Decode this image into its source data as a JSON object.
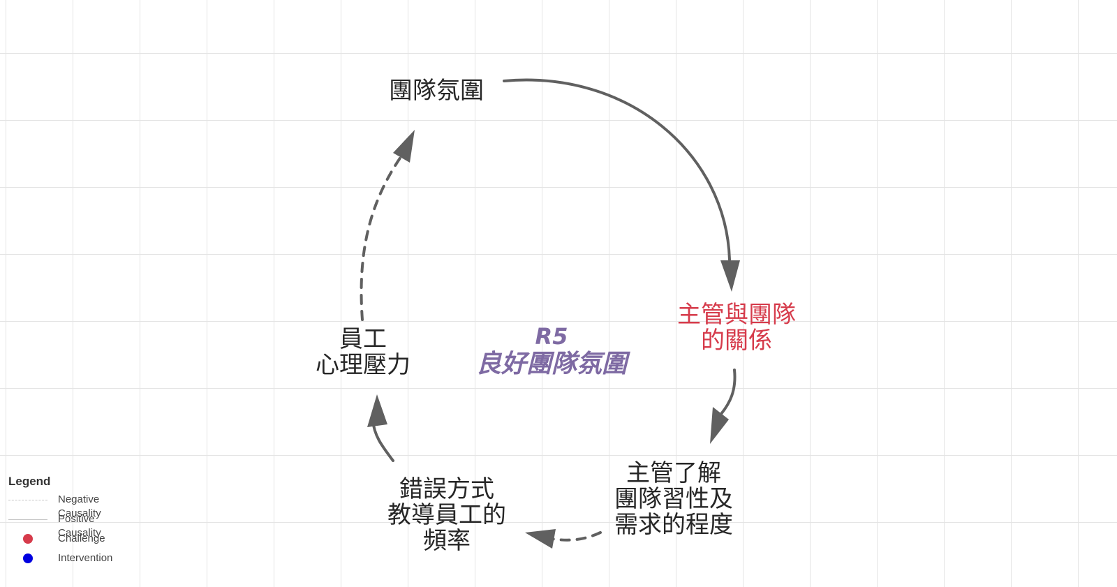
{
  "nodes": {
    "team_atmosphere": "團隊氛圍",
    "manager_team_relationship": "主管與團隊\n的關係",
    "manager_understanding": "主管了解\n團隊習性及\n需求的程度",
    "wrong_coaching_frequency": "錯誤方式\n教導員工的\n頻率",
    "employee_stress": "員工\n心理壓力"
  },
  "loop": {
    "id": "R5",
    "name": "良好團隊氛圍"
  },
  "links": [
    {
      "from": "team_atmosphere",
      "to": "manager_team_relationship",
      "causality": "positive"
    },
    {
      "from": "manager_team_relationship",
      "to": "manager_understanding",
      "causality": "positive"
    },
    {
      "from": "manager_understanding",
      "to": "wrong_coaching_frequency",
      "causality": "negative"
    },
    {
      "from": "wrong_coaching_frequency",
      "to": "employee_stress",
      "causality": "positive"
    },
    {
      "from": "employee_stress",
      "to": "team_atmosphere",
      "causality": "negative"
    }
  ],
  "legend": {
    "title": "Legend",
    "negative": "Negative Causality",
    "positive": "Positive Causality",
    "challenge": "Challenge",
    "intervention": "Intervention"
  },
  "colors": {
    "arrow": "#606060",
    "challenge": "#d63b4b",
    "intervention": "#0000e0",
    "loop_label": "#7e6aa3",
    "grid": "#e4e4e4"
  }
}
